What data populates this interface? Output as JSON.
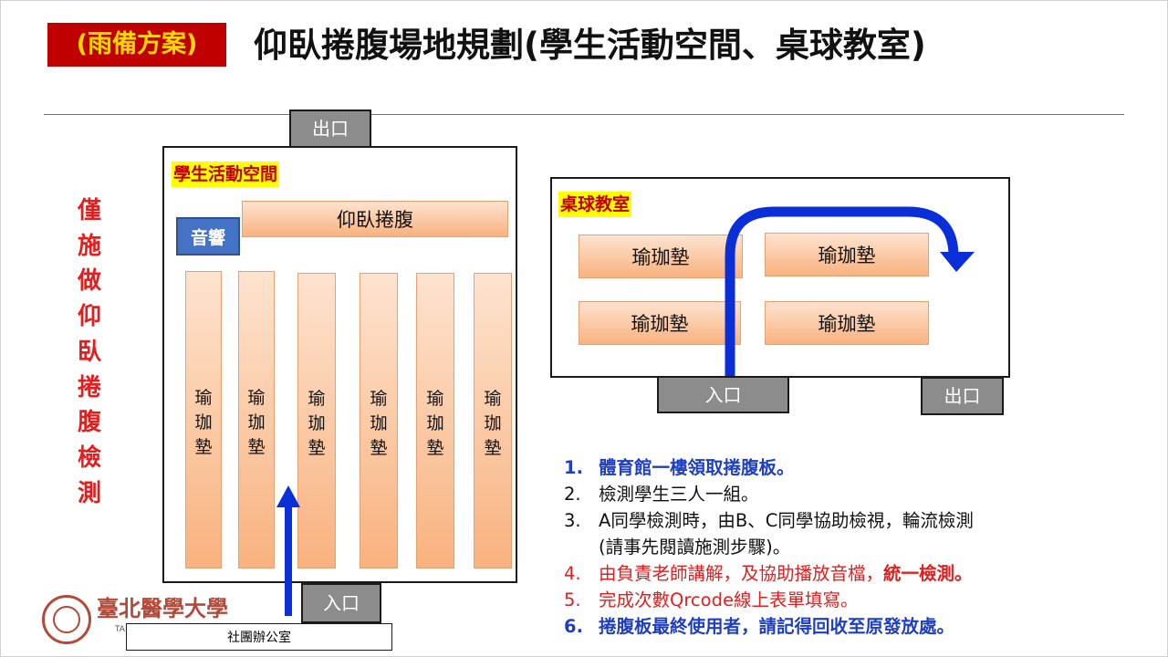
{
  "header": {
    "badge": "(雨備方案)",
    "title": "仰臥捲腹場地規劃(學生活動空間、桌球教室)"
  },
  "side_note": "僅施做仰臥捲腹檢測",
  "student_space": {
    "label": "學生活動空間",
    "exit_door": "出口",
    "entrance_door": "入口",
    "banner": "仰臥捲腹",
    "speaker": "音響",
    "mats": [
      "瑜珈墊",
      "瑜珈墊",
      "瑜珈墊",
      "瑜珈墊",
      "瑜珈墊",
      "瑜珈墊"
    ],
    "office": "社團辦公室"
  },
  "table_tennis_room": {
    "label": "桌球教室",
    "entrance_door": "入口",
    "exit_door": "出口",
    "mats": [
      "瑜珈墊",
      "瑜珈墊",
      "瑜珈墊",
      "瑜珈墊"
    ]
  },
  "steps": [
    {
      "num": "1.",
      "text": "體育館一樓領取捲腹板。"
    },
    {
      "num": "2.",
      "text": "檢測學生三人一組。"
    },
    {
      "num": "3.",
      "text": "A同學檢測時，由B、C同學協助檢視，輪流檢測",
      "text2": "(請事先閱讀施測步驟)。"
    },
    {
      "num": "4.",
      "text": "由負責老師講解，及協助播放音檔，",
      "text_bold": "統一檢測。"
    },
    {
      "num": "5.",
      "text": "完成次數Qrcode線上表單填寫。"
    },
    {
      "num": "6.",
      "text": "捲腹板最終使用者，請記得回收至原發放處。"
    }
  ],
  "logo": {
    "name": "臺北醫學大學",
    "sub": "TA"
  },
  "colors": {
    "badge_bg": "#c00000",
    "badge_text": "#ffd700",
    "accent_red": "#e02020",
    "step_blue": "#1f3fbf",
    "arrow_blue": "#0a2fd8",
    "mat_orange": "#f9b27f",
    "door_grey": "#8c8c8c",
    "label_yellow": "#ffff00"
  },
  "icons": [
    "arrow-up-icon",
    "curved-arrow-icon",
    "university-seal-icon"
  ]
}
